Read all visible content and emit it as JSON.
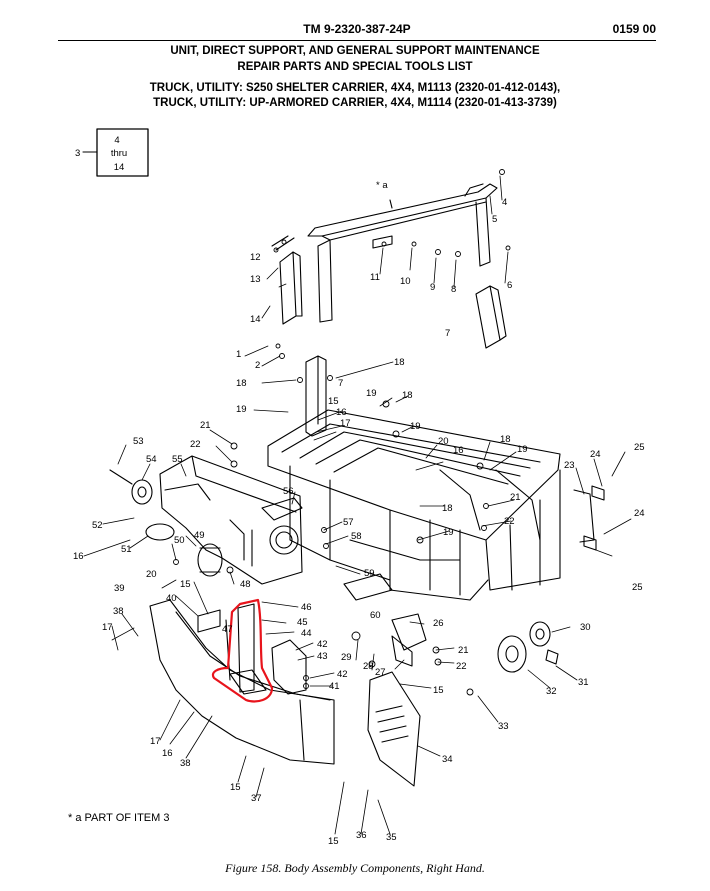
{
  "header": {
    "tm_number": "TM 9-2320-387-24P",
    "work_package": "0159 00",
    "title_line1": "UNIT, DIRECT SUPPORT, AND GENERAL SUPPORT MAINTENANCE",
    "title_line2": "REPAIR PARTS AND SPECIAL TOOLS LIST",
    "title_line3": "TRUCK, UTILITY: S250 SHELTER CARRIER, 4X4, M1113 (2320-01-412-0143),",
    "title_line4": "TRUCK, UTILITY: UP-ARMORED CARRIER, 4X4, M1114 (2320-01-413-3739)"
  },
  "diagram": {
    "ref_box": {
      "top": "4",
      "mid": "thru",
      "bottom": "14",
      "lead": "3"
    },
    "star_label": "* a",
    "callouts": [
      {
        "id": "c4",
        "text": "4"
      },
      {
        "id": "c5",
        "text": "5"
      },
      {
        "id": "c6",
        "text": "6"
      },
      {
        "id": "c7a",
        "text": "7"
      },
      {
        "id": "c8",
        "text": "8"
      },
      {
        "id": "c9",
        "text": "9"
      },
      {
        "id": "c10",
        "text": "10"
      },
      {
        "id": "c11",
        "text": "11"
      },
      {
        "id": "c12",
        "text": "12"
      },
      {
        "id": "c13",
        "text": "13"
      },
      {
        "id": "c14",
        "text": "14"
      },
      {
        "id": "c1",
        "text": "1"
      },
      {
        "id": "c2",
        "text": "2"
      },
      {
        "id": "c18a",
        "text": "18"
      },
      {
        "id": "c18b",
        "text": "18"
      },
      {
        "id": "c7b",
        "text": "7"
      },
      {
        "id": "c19a",
        "text": "19"
      },
      {
        "id": "c15a",
        "text": "15"
      },
      {
        "id": "c16a",
        "text": "16"
      },
      {
        "id": "c17a",
        "text": "17"
      },
      {
        "id": "c19b",
        "text": "19"
      },
      {
        "id": "c18c",
        "text": "18"
      },
      {
        "id": "c19c",
        "text": "19"
      },
      {
        "id": "c21a",
        "text": "21"
      },
      {
        "id": "c22a",
        "text": "22"
      },
      {
        "id": "c53",
        "text": "53"
      },
      {
        "id": "c54",
        "text": "54"
      },
      {
        "id": "c55",
        "text": "55"
      },
      {
        "id": "c20a",
        "text": "20"
      },
      {
        "id": "c16b",
        "text": "16"
      },
      {
        "id": "c18d",
        "text": "18"
      },
      {
        "id": "c19d",
        "text": "19"
      },
      {
        "id": "c25a",
        "text": "25"
      },
      {
        "id": "c24a",
        "text": "24"
      },
      {
        "id": "c23",
        "text": "23"
      },
      {
        "id": "c56",
        "text": "56"
      },
      {
        "id": "c52",
        "text": "52"
      },
      {
        "id": "c21b",
        "text": "21"
      },
      {
        "id": "c22b",
        "text": "22"
      },
      {
        "id": "c18e",
        "text": "18"
      },
      {
        "id": "c19e",
        "text": "19"
      },
      {
        "id": "c24b",
        "text": "24"
      },
      {
        "id": "c57",
        "text": "57"
      },
      {
        "id": "c58",
        "text": "58"
      },
      {
        "id": "c49",
        "text": "49"
      },
      {
        "id": "c50",
        "text": "50"
      },
      {
        "id": "c51",
        "text": "51"
      },
      {
        "id": "c16c",
        "text": "16"
      },
      {
        "id": "c20b",
        "text": "20"
      },
      {
        "id": "c59",
        "text": "59"
      },
      {
        "id": "c25b",
        "text": "25"
      },
      {
        "id": "c48",
        "text": "48"
      },
      {
        "id": "c39",
        "text": "39"
      },
      {
        "id": "c15b",
        "text": "15"
      },
      {
        "id": "c40",
        "text": "40"
      },
      {
        "id": "c47",
        "text": "47"
      },
      {
        "id": "c46",
        "text": "46"
      },
      {
        "id": "c60",
        "text": "60"
      },
      {
        "id": "c38a",
        "text": "38"
      },
      {
        "id": "c17b",
        "text": "17"
      },
      {
        "id": "c45",
        "text": "45"
      },
      {
        "id": "c44",
        "text": "44"
      },
      {
        "id": "c26",
        "text": "26"
      },
      {
        "id": "c30",
        "text": "30"
      },
      {
        "id": "c42a",
        "text": "42"
      },
      {
        "id": "c43",
        "text": "43"
      },
      {
        "id": "c29",
        "text": "29"
      },
      {
        "id": "c28",
        "text": "28"
      },
      {
        "id": "c21c",
        "text": "21"
      },
      {
        "id": "c22c",
        "text": "22"
      },
      {
        "id": "c42b",
        "text": "42"
      },
      {
        "id": "c41",
        "text": "41"
      },
      {
        "id": "c27",
        "text": "27"
      },
      {
        "id": "c15c",
        "text": "15"
      },
      {
        "id": "c31",
        "text": "31"
      },
      {
        "id": "c32",
        "text": "32"
      },
      {
        "id": "c33",
        "text": "33"
      },
      {
        "id": "c17c",
        "text": "17"
      },
      {
        "id": "c16d",
        "text": "16"
      },
      {
        "id": "c38b",
        "text": "38"
      },
      {
        "id": "c34",
        "text": "34"
      },
      {
        "id": "c15d",
        "text": "15"
      },
      {
        "id": "c37",
        "text": "37"
      },
      {
        "id": "c15e",
        "text": "15"
      },
      {
        "id": "c36",
        "text": "36"
      },
      {
        "id": "c35",
        "text": "35"
      }
    ],
    "highlight_color": "#e8141c"
  },
  "footnote": "* a  PART OF ITEM 3",
  "caption": "Figure 158.  Body Assembly Components, Right Hand."
}
